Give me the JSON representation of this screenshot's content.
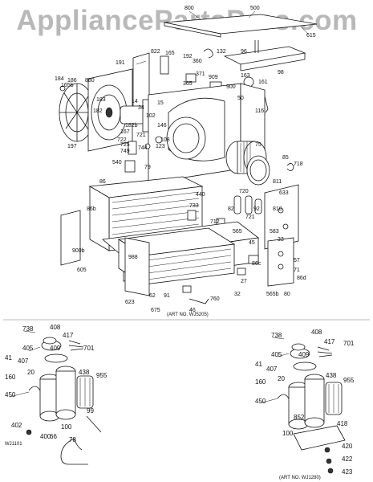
{
  "watermark": "AppliancePartsPros.com",
  "callouts": {
    "top": [
      "800",
      "500",
      "615",
      "132",
      "96",
      "98",
      "822",
      "165",
      "192",
      "360",
      "365",
      "371",
      "909",
      "163",
      "161",
      "900",
      "50",
      "116",
      "191",
      "184",
      "165b",
      "186",
      "880",
      "183",
      "182",
      "14",
      "34",
      "15",
      "102",
      "146",
      "197",
      "167",
      "182b",
      "722",
      "721",
      "725",
      "749",
      "744",
      "123",
      "108",
      "540",
      "79",
      "85",
      "75",
      "718"
    ],
    "middle": [
      "86",
      "440",
      "720",
      "633",
      "811",
      "721",
      "82",
      "92",
      "810",
      "733",
      "712",
      "565",
      "583",
      "86b",
      "900b",
      "988",
      "605",
      "623",
      "62",
      "45",
      "57",
      "33",
      "71",
      "86c",
      "91",
      "86d",
      "27",
      "32",
      "565b",
      "80",
      "675",
      "760",
      "46"
    ],
    "left": [
      "738",
      "408",
      "417",
      "409",
      "405",
      "701",
      "407",
      "41",
      "160",
      "20",
      "438",
      "955",
      "450",
      "100",
      "66",
      "402",
      "400",
      "99",
      "78"
    ],
    "right": [
      "738",
      "408",
      "417",
      "409",
      "405",
      "701",
      "407",
      "41",
      "160",
      "20",
      "438",
      "955",
      "450",
      "852",
      "100",
      "418",
      "420",
      "422",
      "423"
    ]
  },
  "art_numbers": {
    "main": "(ART NO. WJ5205)",
    "left": "WJ1101",
    "right": "(ART NO. WJ1280)"
  }
}
